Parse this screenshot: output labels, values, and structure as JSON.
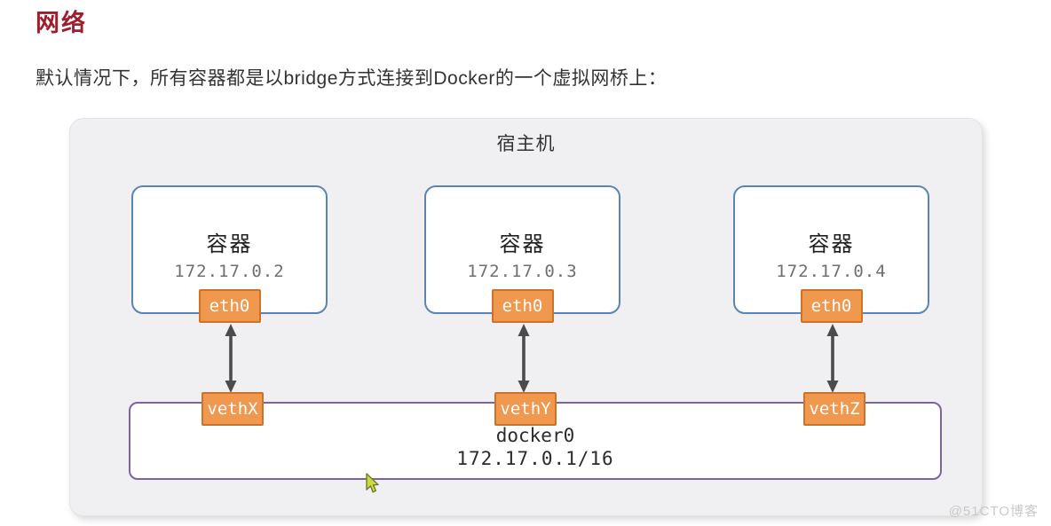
{
  "page": {
    "title": "网络",
    "intro": "默认情况下，所有容器都是以bridge方式连接到Docker的一个虚拟网桥上：",
    "watermark": "@51CTO博客"
  },
  "diagram": {
    "host_label": "宿主机",
    "containers": [
      {
        "label": "容器",
        "ip": "172.17.0.2",
        "nic": "eth0"
      },
      {
        "label": "容器",
        "ip": "172.17.0.3",
        "nic": "eth0"
      },
      {
        "label": "容器",
        "ip": "172.17.0.4",
        "nic": "eth0"
      }
    ],
    "bridge": {
      "name": "docker0",
      "address": "172.17.0.1/16",
      "veths": [
        "vethX",
        "vethY",
        "vethZ"
      ]
    },
    "colors": {
      "heading": "#9e1e2d",
      "container_border": "#5b84b5",
      "bridge_border": "#7e62a4",
      "nic_fill": "#ef984e",
      "nic_border": "#cf7229",
      "arrow": "#4c4c4c",
      "host_background": "#f0f0f2",
      "watermark": "#c9c9c9"
    }
  }
}
